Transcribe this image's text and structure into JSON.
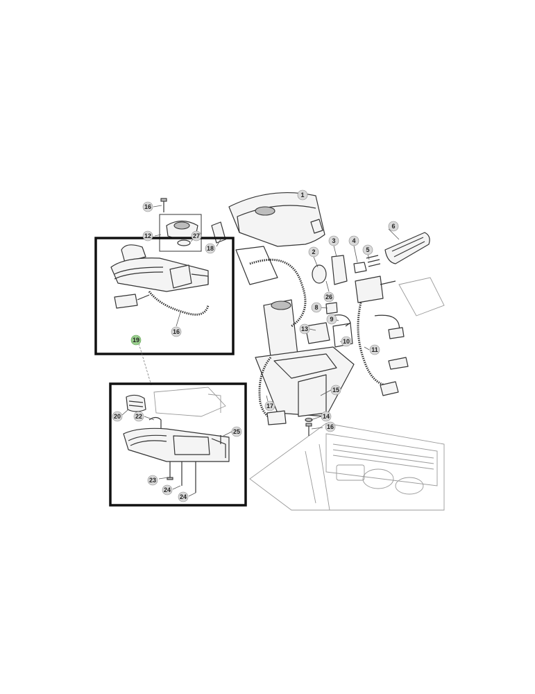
{
  "callouts": [
    {
      "id": "c1",
      "label": "1"
    },
    {
      "id": "c2",
      "label": "2"
    },
    {
      "id": "c3",
      "label": "3"
    },
    {
      "id": "c4",
      "label": "4"
    },
    {
      "id": "c5",
      "label": "5"
    },
    {
      "id": "c6",
      "label": "6"
    },
    {
      "id": "c8",
      "label": "8"
    },
    {
      "id": "c9",
      "label": "9"
    },
    {
      "id": "c10",
      "label": "10"
    },
    {
      "id": "c11",
      "label": "11"
    },
    {
      "id": "c12",
      "label": "12"
    },
    {
      "id": "c13",
      "label": "13"
    },
    {
      "id": "c14",
      "label": "14"
    },
    {
      "id": "c15",
      "label": "15"
    },
    {
      "id": "c16a",
      "label": "16"
    },
    {
      "id": "c16b",
      "label": "16"
    },
    {
      "id": "c16c",
      "label": "16"
    },
    {
      "id": "c17",
      "label": "17"
    },
    {
      "id": "c18",
      "label": "18"
    },
    {
      "id": "c19",
      "label": "19"
    },
    {
      "id": "c20",
      "label": "20"
    },
    {
      "id": "c22",
      "label": "22"
    },
    {
      "id": "c23",
      "label": "23"
    },
    {
      "id": "c24a",
      "label": "24"
    },
    {
      "id": "c24b",
      "label": "24"
    },
    {
      "id": "c25",
      "label": "25"
    },
    {
      "id": "c26",
      "label": "26"
    },
    {
      "id": "c27",
      "label": "27"
    }
  ],
  "colors": {
    "callout_fill": "#d9d9d9",
    "highlight_callout_fill": "#9bd08f",
    "frame": "#111111"
  }
}
